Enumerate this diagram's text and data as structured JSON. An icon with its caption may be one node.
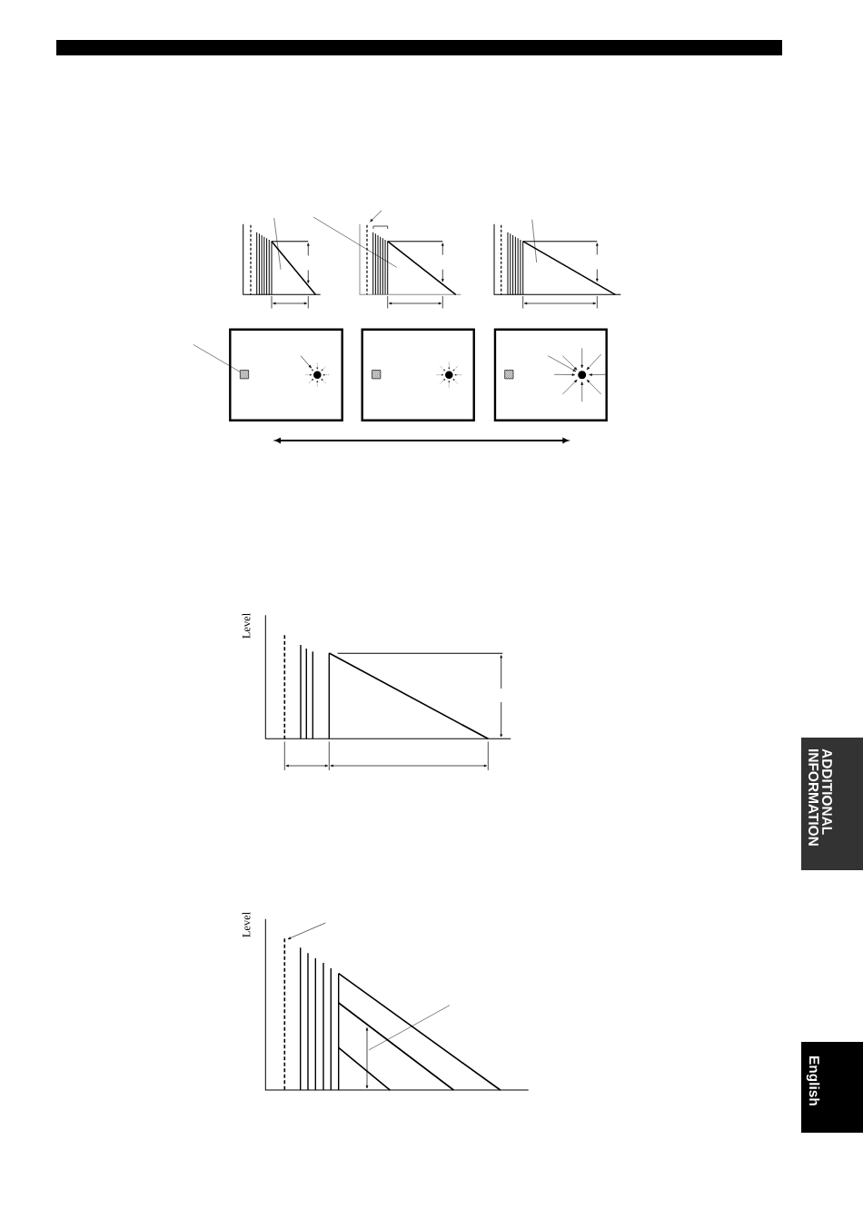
{
  "diagram": {
    "nodes": [
      {
        "text": [],
        "shape": "box"
      },
      {
        "text": [],
        "shape": "box",
        "in": 0
      },
      {
        "text": [],
        "shape": "box"
      },
      {
        "text": [],
        "shape": "box",
        "in": 2
      },
      {
        "text": [],
        "shape": "box"
      },
      {
        "text": [],
        "shape": "box",
        "in": 4
      },
      {
        "text": [
          "ADDITIONAL INFORMATION"
        ]
      },
      {
        "text": [
          "English"
        ]
      }
    ],
    "edges": [
      {
        "from": null,
        "to": 1,
        "arrow": "none"
      }
    ],
    "labels": [
      "Level",
      "Level"
    ]
  }
}
